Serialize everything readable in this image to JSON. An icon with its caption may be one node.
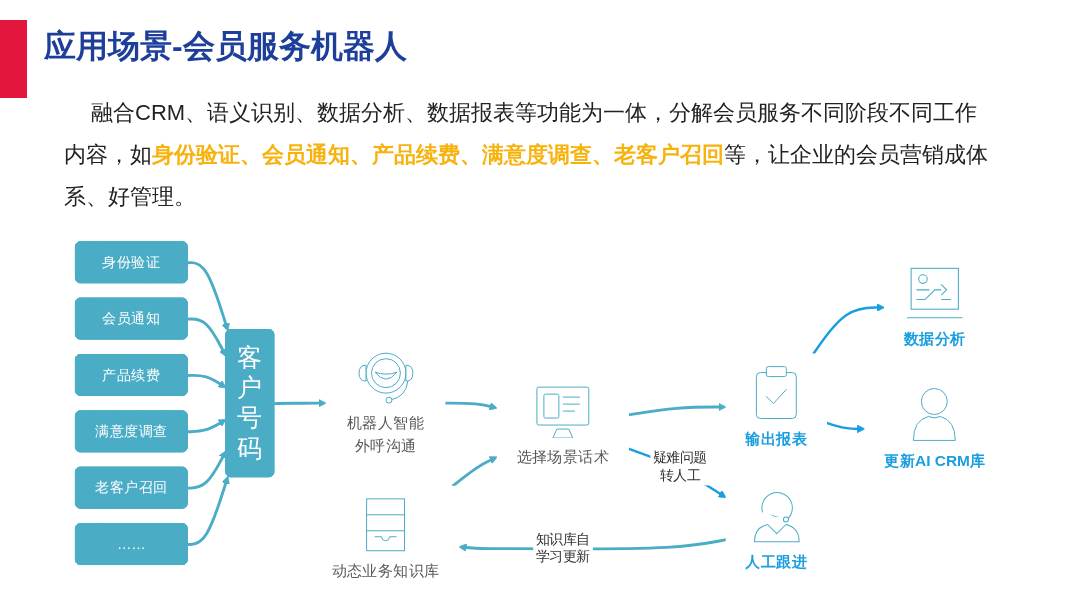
{
  "diagram": {
    "title": "应用场景-会员服务机器人",
    "nodes": [
      {
        "text": [
          "身份验证"
        ]
      },
      {
        "text": [
          "会员通知"
        ]
      },
      {
        "text": [
          "产品续费"
        ]
      },
      {
        "text": [
          "满意度调查"
        ]
      },
      {
        "text": [
          "老客户召回"
        ]
      },
      {
        "text": [
          "……"
        ]
      },
      {
        "text": [
          "客户号码"
        ]
      },
      {
        "text": [
          "机器人智能外呼沟通"
        ]
      },
      {
        "text": [
          "选择场景话术"
        ]
      },
      {
        "text": [
          "动态业务知识库"
        ]
      },
      {
        "text": [
          "输出报表"
        ]
      },
      {
        "text": [
          "人工跟进"
        ]
      },
      {
        "text": [
          "数据分析"
        ]
      },
      {
        "text": [
          "更新AI CRM库"
        ]
      }
    ],
    "edges": [
      {
        "from": 0,
        "to": 6,
        "arrow": "to"
      },
      {
        "from": 1,
        "to": 6,
        "arrow": "to"
      },
      {
        "from": 2,
        "to": 6,
        "arrow": "to"
      },
      {
        "from": 3,
        "to": 6,
        "arrow": "to"
      },
      {
        "from": 4,
        "to": 6,
        "arrow": "to"
      },
      {
        "from": 5,
        "to": 6,
        "arrow": "to"
      },
      {
        "from": 6,
        "to": 7,
        "arrow": "to"
      },
      {
        "from": 7,
        "to": 8,
        "arrow": "to"
      },
      {
        "from": 8,
        "to": 10,
        "arrow": "to"
      },
      {
        "from": 10,
        "to": 12,
        "arrow": "to",
        "color": "#1a9ee0"
      },
      {
        "from": 10,
        "to": 13,
        "arrow": "to",
        "color": "#1a9ee0"
      },
      {
        "from": 8,
        "to": 11,
        "arrow": "to",
        "label": "疑难问题转人工",
        "color": "#1a9ee0"
      },
      {
        "from": 11,
        "to": 9,
        "arrow": "to",
        "label": "知识库自学习更新"
      },
      {
        "from": 9,
        "to": 8,
        "arrow": "to"
      }
    ],
    "labels": [
      "融合CRM、语义识别、数据分析、数据报表等功能为一体，分解会员服务不同阶段不同工作内容，如**身份验证、会员通知、产品续费、满意度调查、老客户召回**等，让企业的会员营销成体系、好管理。"
    ]
  }
}
